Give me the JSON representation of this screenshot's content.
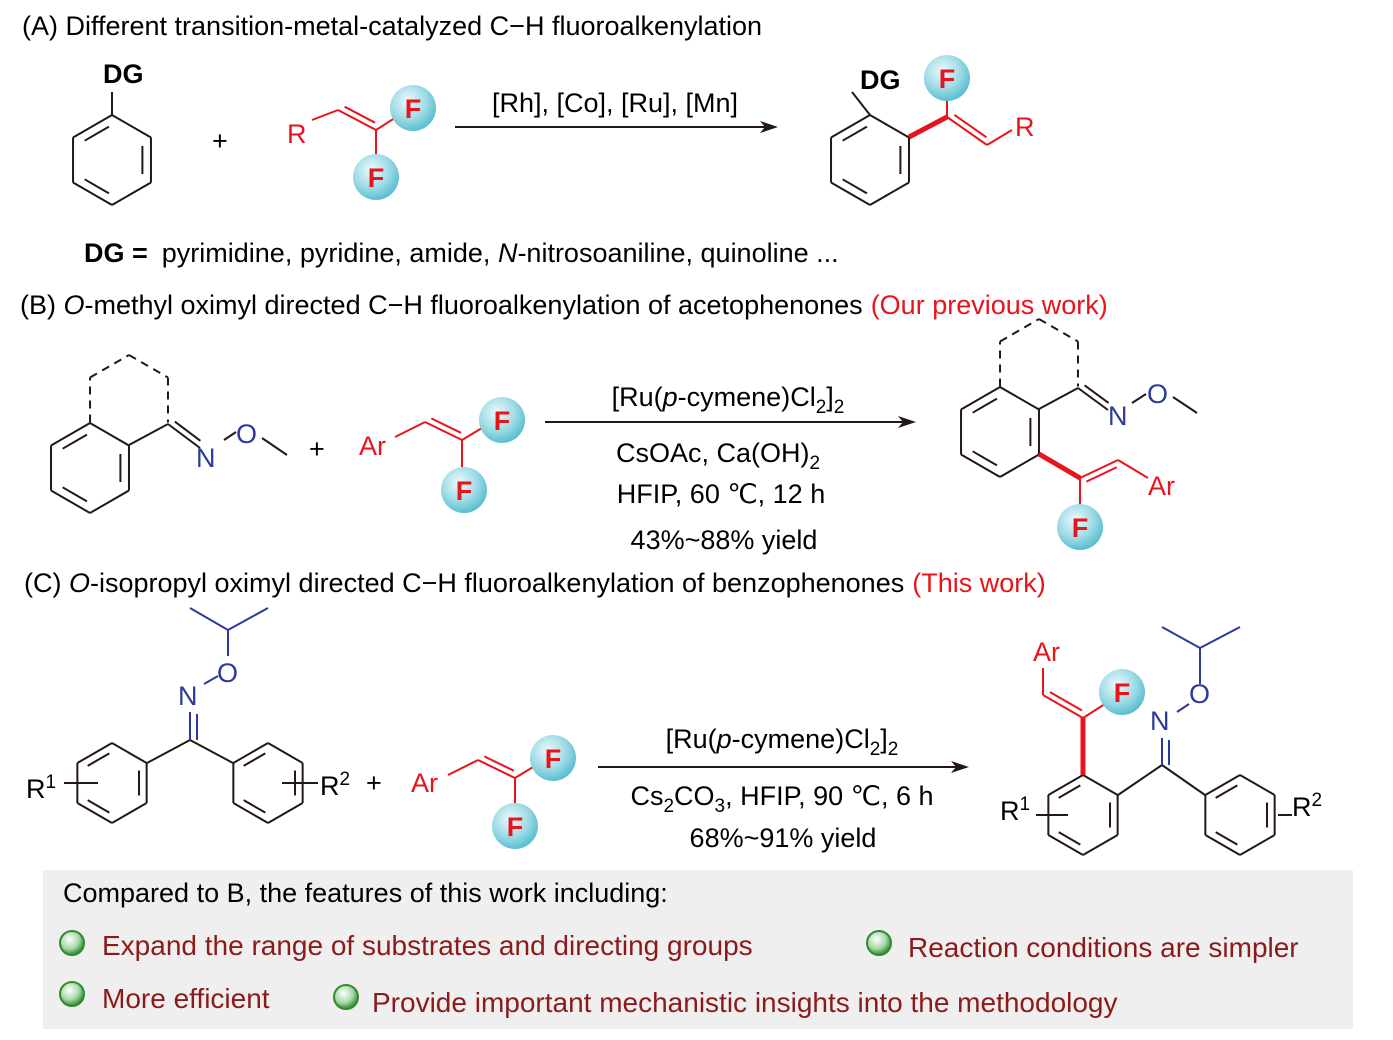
{
  "sections": {
    "a": {
      "title": "(A) Different transition-metal-catalyzed C−H fluoroalkenylation",
      "catalysts": "[Rh], [Co], [Ru], [Mn]",
      "dg_label": "DG =",
      "dg_list": "pyrimidine, pyridine, amide, ",
      "dg_list_italic": "N",
      "dg_list_rest": "-nitrosoaniline, quinoline ..."
    },
    "b": {
      "title_prefix": "(B) ",
      "title_italic": "O",
      "title_rest": "-methyl oximyl directed C−H fluoroalkenylation of acetophenones",
      "tag": "(Our previous work)",
      "cond1": [
        "[Ru(",
        "p",
        "-cymene)Cl",
        "2",
        "]",
        "2"
      ],
      "cond2": [
        "CsOAc, Ca(OH)",
        "2"
      ],
      "cond3": "HFIP,  60 ℃, 12 h",
      "yield": "43%~88% yield"
    },
    "c": {
      "title_prefix": "(C) ",
      "title_italic": "O",
      "title_rest": "-isopropyl oximyl directed C−H fluoroalkenylation of benzophenones",
      "tag": "(This work)",
      "cond1": [
        "[Ru(",
        "p",
        "-cymene)Cl",
        "2",
        "]",
        "2"
      ],
      "cond2": [
        "Cs",
        "2",
        "CO",
        "3",
        ", HFIP,  90 ℃, 6 h"
      ],
      "yield": "68%~91% yield"
    }
  },
  "labels": {
    "DG": "DG",
    "F": "F",
    "R": "R",
    "Ar": "Ar",
    "N": "N",
    "O": "O",
    "one": "1",
    "two": "2",
    "plus": "+"
  },
  "features": {
    "heading": "Compared to B, the features of this work including:",
    "items": [
      "Expand the range of substrates and directing groups",
      "Reaction conditions are simpler",
      "More efficient",
      "Provide important mechanistic insights into the methodology"
    ]
  },
  "colors": {
    "highlight": "#e8141c",
    "oxime": "#2b3a9b",
    "feature_text": "#8b1a1a",
    "box": "#efefef",
    "bullet": "#2e8b2e",
    "fluorine_ball": "#7fd0de"
  }
}
